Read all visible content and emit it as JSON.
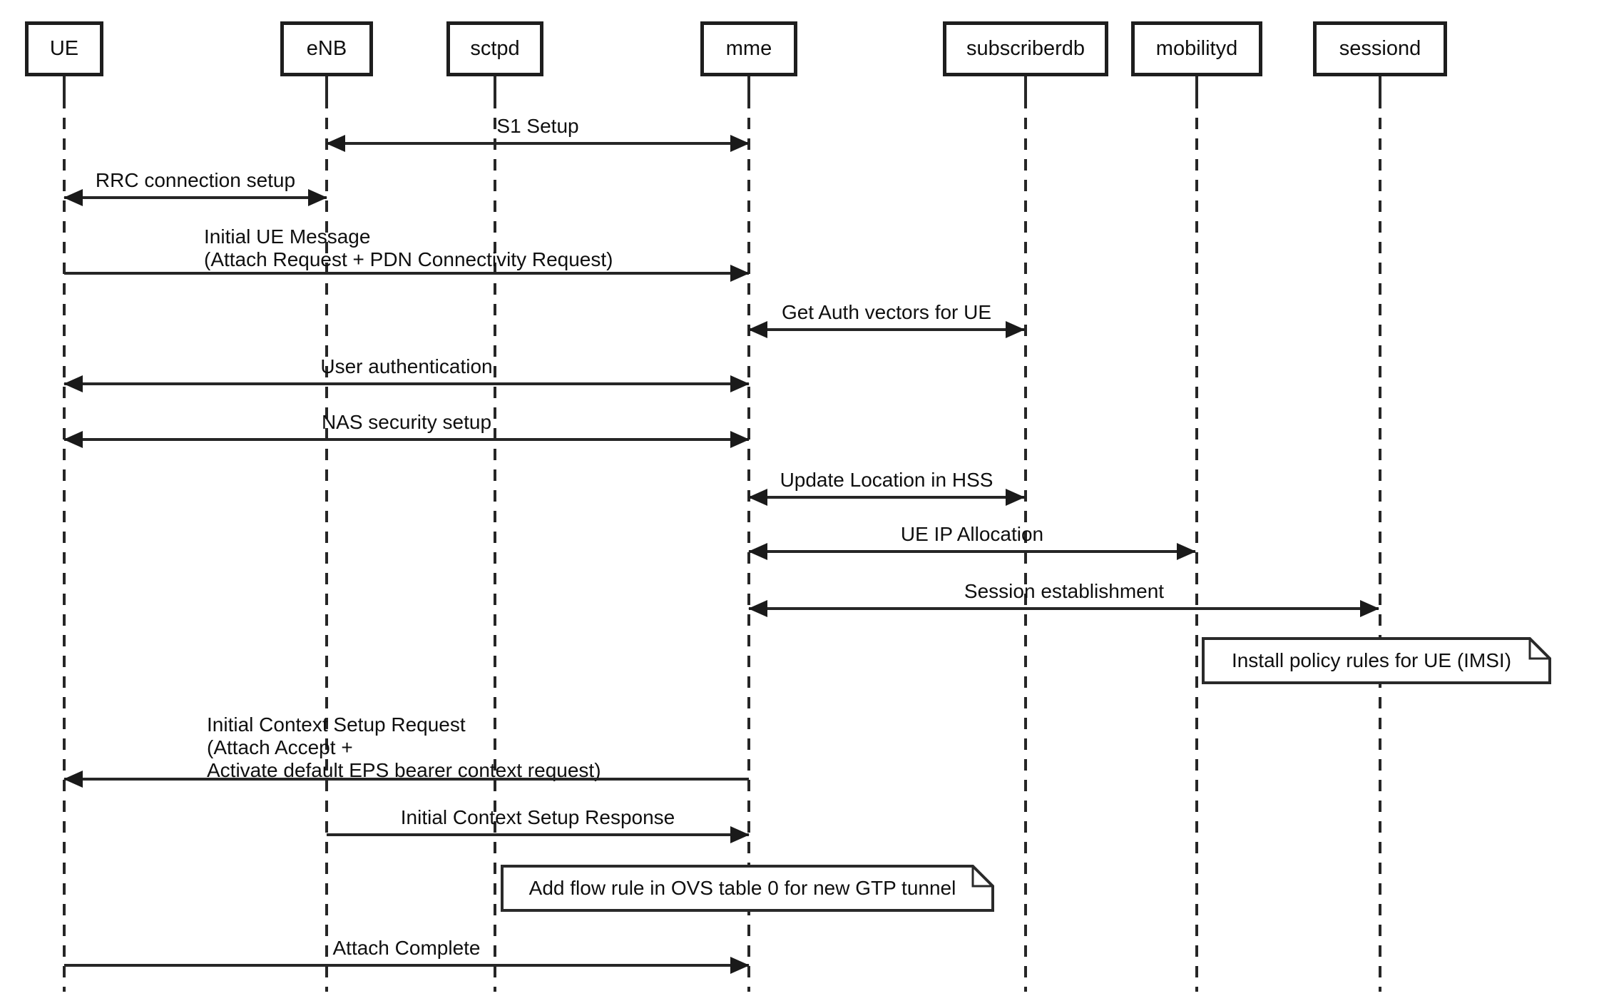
{
  "diagram_type": "sequence-diagram",
  "colors": {
    "background": "#ffffff",
    "line": "#262626",
    "text": "#0f0f0f"
  },
  "actors": [
    {
      "label": "UE"
    },
    {
      "label": "eNB"
    },
    {
      "label": "sctpd"
    },
    {
      "label": "mme"
    },
    {
      "label": "subscriberdb"
    },
    {
      "label": "mobilityd"
    },
    {
      "label": "sessiond"
    }
  ],
  "messages": [
    {
      "label": "S1 Setup",
      "from": "eNB",
      "to": "mme",
      "direction": "both"
    },
    {
      "label": "RRC connection setup",
      "from": "UE",
      "to": "eNB",
      "direction": "both"
    },
    {
      "lines": [
        "Initial UE Message",
        "(Attach Request + PDN Connectivity Request)"
      ],
      "from": "UE",
      "to": "mme",
      "direction": "right"
    },
    {
      "label": "Get Auth vectors for UE",
      "from": "mme",
      "to": "subscriberdb",
      "direction": "both"
    },
    {
      "label": "User authentication",
      "from": "UE",
      "to": "mme",
      "direction": "both"
    },
    {
      "label": "NAS security setup",
      "from": "UE",
      "to": "mme",
      "direction": "both"
    },
    {
      "label": "Update Location in HSS",
      "from": "mme",
      "to": "subscriberdb",
      "direction": "both"
    },
    {
      "label": "UE IP Allocation",
      "from": "mme",
      "to": "mobilityd",
      "direction": "both"
    },
    {
      "label": "Session establishment",
      "from": "mme",
      "to": "sessiond",
      "direction": "both"
    },
    {
      "lines": [
        "Initial Context Setup Request",
        "(Attach Accept +",
        "Activate default EPS bearer context request)"
      ],
      "from": "mme",
      "to": "UE",
      "direction": "left"
    },
    {
      "label": "Initial Context Setup Response",
      "from": "eNB",
      "to": "mme",
      "direction": "right"
    },
    {
      "label": "Attach Complete",
      "from": "UE",
      "to": "mme",
      "direction": "right"
    }
  ],
  "notes": [
    {
      "label": "Install policy rules for UE (IMSI)",
      "anchor": "sessiond"
    },
    {
      "label": "Add flow rule in OVS table 0 for new GTP tunnel",
      "anchor": "mme"
    }
  ]
}
